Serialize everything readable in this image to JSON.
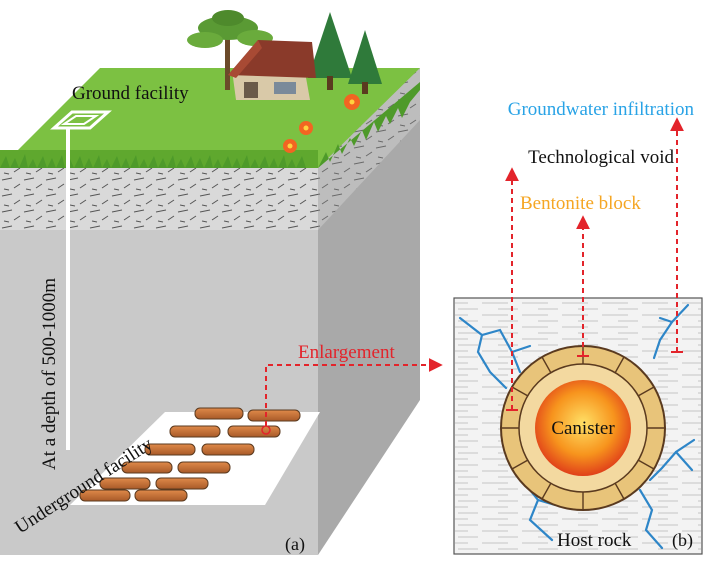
{
  "labels": {
    "ground_facility": "Ground facility",
    "depth": "At a depth of 500-1000m",
    "underground_facility": "Underground facility",
    "enlargement": "Enlargement",
    "groundwater": "Groundwater infiltration",
    "tech_void": "Technological void",
    "bentonite": "Bentonite block",
    "canister": "Canister",
    "host_rock": "Host rock",
    "panel_a": "(a)",
    "panel_b": "(b)"
  },
  "colors": {
    "grass": "#7cc142",
    "soil": "#d9d9d9",
    "block_front": "#c9c9c9",
    "block_side": "#a9a9a9",
    "arrow": "#e3242b",
    "groundwater_text": "#29a3e6",
    "bentonite_text": "#f5a623",
    "bentonite_ring": "#e8c47a",
    "canister_core": "#f05a1e",
    "crack": "#2e86c8",
    "brick": "#c8733a"
  },
  "icons": [
    "house-icon",
    "tree-icon",
    "pine-tree-icon",
    "flower-icon",
    "shaft-entrance-icon"
  ]
}
